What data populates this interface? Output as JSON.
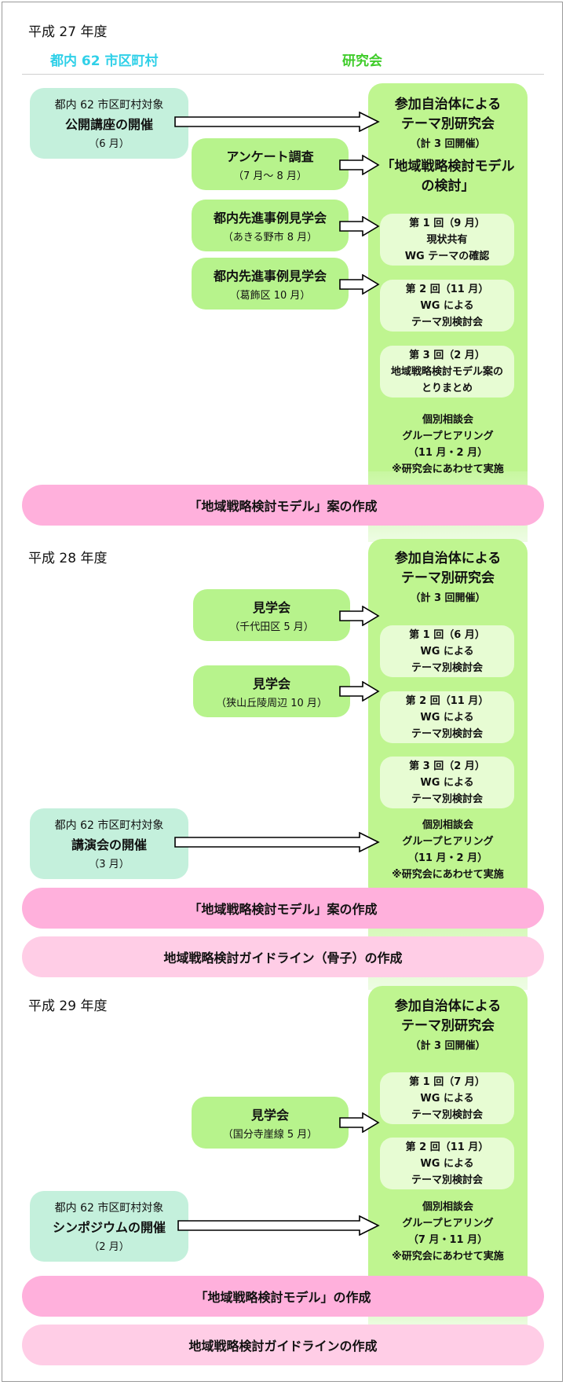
{
  "y27": {
    "year": "平成 27 年度",
    "hdr_left": "都内 62 市区町村",
    "hdr_right": "研究会",
    "lecture": {
      "l1": "都内 62 市区町村対象",
      "l2": "公開講座の開催",
      "l3": "（6 月）"
    },
    "survey": {
      "l1": "アンケート調査",
      "l2": "（7 月～ 8 月）"
    },
    "visit1": {
      "l1": "都内先進事例見学会",
      "l2": "（あきる野市 8 月）"
    },
    "visit2": {
      "l1": "都内先進事例見学会",
      "l2": "（葛飾区 10 月）"
    },
    "col": {
      "l1": "参加自治体による",
      "l2": "テーマ別研究会",
      "l3": "（計 3 回開催）",
      "l4": "「地域戦略検討モデル",
      "l5": "の検討」"
    },
    "s1": {
      "l1": "第 1 回（9 月）",
      "l2": "現状共有",
      "l3": "WG テーマの確認"
    },
    "s2": {
      "l1": "第 2 回（11 月）",
      "l2": "WG による",
      "l3": "テーマ別検討会"
    },
    "s3": {
      "l1": "第 3 回（2 月）",
      "l2": "地域戦略検討モデル案の",
      "l3": "とりまとめ"
    },
    "consult": {
      "l1": "個別相談会",
      "l2": "グループヒアリング",
      "l3": "（11 月・2 月）",
      "l4": "※研究会にあわせて実施"
    },
    "bar": "「地域戦略検討モデル」案の作成"
  },
  "y28": {
    "year": "平成 28 年度",
    "col": {
      "l1": "参加自治体による",
      "l2": "テーマ別研究会",
      "l3": "（計 3 回開催）"
    },
    "visitA": {
      "l1": "見学会",
      "l2": "（千代田区 5 月）"
    },
    "visitB": {
      "l1": "見学会",
      "l2": "（狭山丘陵周辺 10 月）"
    },
    "s1": {
      "l1": "第 1 回（6 月）",
      "l2": "WG による",
      "l3": "テーマ別検討会"
    },
    "s2": {
      "l1": "第 2 回（11 月）",
      "l2": "WG による",
      "l3": "テーマ別検討会"
    },
    "s3": {
      "l1": "第 3 回（2 月）",
      "l2": "WG による",
      "l3": "テーマ別検討会"
    },
    "lecture": {
      "l1": "都内 62 市区町村対象",
      "l2": "講演会の開催",
      "l3": "（3 月）"
    },
    "consult": {
      "l1": "個別相談会",
      "l2": "グループヒアリング",
      "l3": "（11 月・2 月）",
      "l4": "※研究会にあわせて実施"
    },
    "bar1": "「地域戦略検討モデル」案の作成",
    "bar2": "地域戦略検討ガイドライン（骨子）の作成"
  },
  "y29": {
    "year": "平成 29 年度",
    "col": {
      "l1": "参加自治体による",
      "l2": "テーマ別研究会",
      "l3": "（計 3 回開催）"
    },
    "visit": {
      "l1": "見学会",
      "l2": "（国分寺崖線 5 月）"
    },
    "s1": {
      "l1": "第 1 回（7 月）",
      "l2": "WG による",
      "l3": "テーマ別検討会"
    },
    "s2": {
      "l1": "第 2 回（11 月）",
      "l2": "WG による",
      "l3": "テーマ別検討会"
    },
    "sympo": {
      "l1": "都内 62 市区町村対象",
      "l2": "シンポジウムの開催",
      "l3": "（2 月）"
    },
    "consult": {
      "l1": "個別相談会",
      "l2": "グループヒアリング",
      "l3": "（7 月・11 月）",
      "l4": "※研究会にあわせて実施"
    },
    "bar1": "「地域戦略検討モデル」の作成",
    "bar2": "地域戦略検討ガイドラインの作成"
  }
}
